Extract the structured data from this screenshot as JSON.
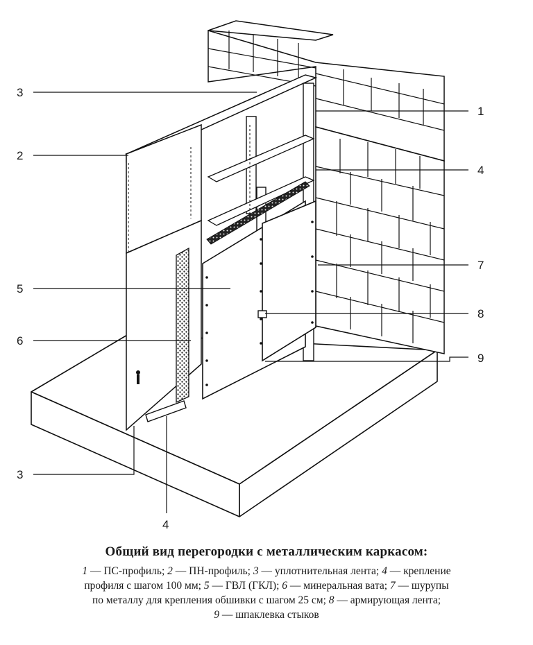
{
  "callouts": {
    "left_3_top": "3",
    "left_2": "2",
    "left_5": "5",
    "left_6": "6",
    "left_3_bottom": "3",
    "bottom_4": "4",
    "right_1": "1",
    "right_4": "4",
    "right_7": "7",
    "right_8": "8",
    "right_9": "9"
  },
  "caption": {
    "title": "Общий вид перегородки с металлическим каркасом:",
    "legend": [
      {
        "num": "1",
        "text": " — ПС-профиль; "
      },
      {
        "num": "2",
        "text": " — ПН-профиль; "
      },
      {
        "num": "3",
        "text": " — уплотнительная лента; "
      },
      {
        "num": "4",
        "text": " — крепление"
      },
      {
        "num": "",
        "text": "профиля с шагом 100 мм; "
      },
      {
        "num": "5",
        "text": " — ГВЛ (ГКЛ); "
      },
      {
        "num": "6",
        "text": " — минеральная вата; "
      },
      {
        "num": "7",
        "text": " — шурупы"
      },
      {
        "num": "",
        "text": "по металлу для крепления обшивки с шагом 25 см; "
      },
      {
        "num": "8",
        "text": " — армирующая лента;"
      },
      {
        "num": "9",
        "text": " — шпаклевка стыков"
      }
    ]
  }
}
